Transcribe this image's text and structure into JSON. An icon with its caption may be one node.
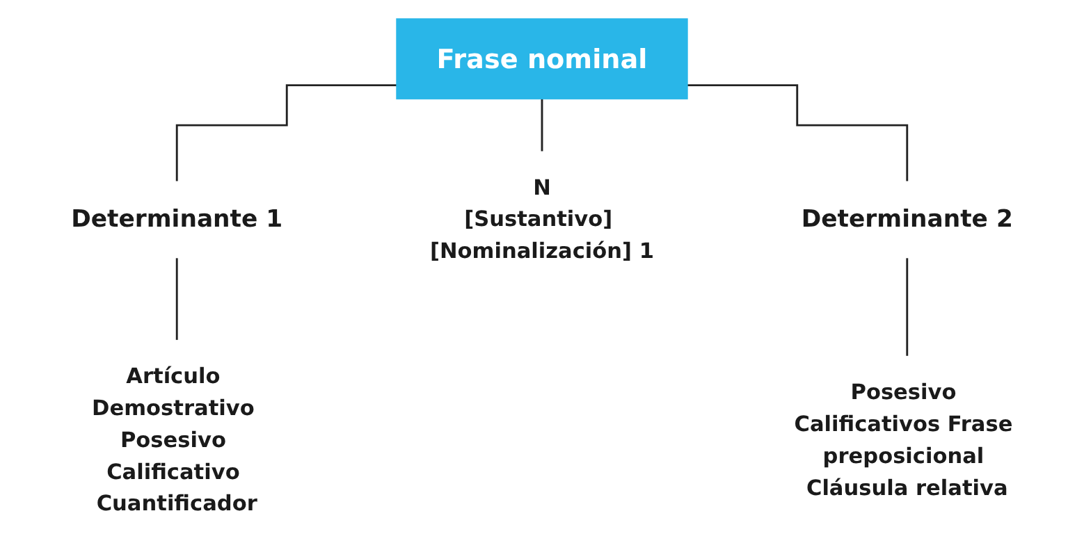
{
  "diagram": {
    "nodes": [
      {
        "text": [
          "Frase nominal"
        ]
      },
      {
        "text": [
          "Determinante 1"
        ]
      },
      {
        "text": [
          "N",
          "[Sustantivo] [Nominalización] 1"
        ]
      },
      {
        "text": [
          "Determinante 2"
        ]
      },
      {
        "text": [
          "Artículo Demostrativo Posesivo Calificativo Cuantificador"
        ]
      },
      {
        "text": [
          "Posesivo Calificativos Frase preposicional Cláusula relativa"
        ]
      }
    ],
    "edges": [
      {
        "from": 0,
        "to": 1,
        "arrow": "none"
      },
      {
        "from": 0,
        "to": 2,
        "arrow": "none"
      },
      {
        "from": 0,
        "to": 3,
        "arrow": "none"
      },
      {
        "from": 1,
        "to": 4,
        "arrow": "none"
      },
      {
        "from": 3,
        "to": 5,
        "arrow": "none"
      }
    ]
  }
}
